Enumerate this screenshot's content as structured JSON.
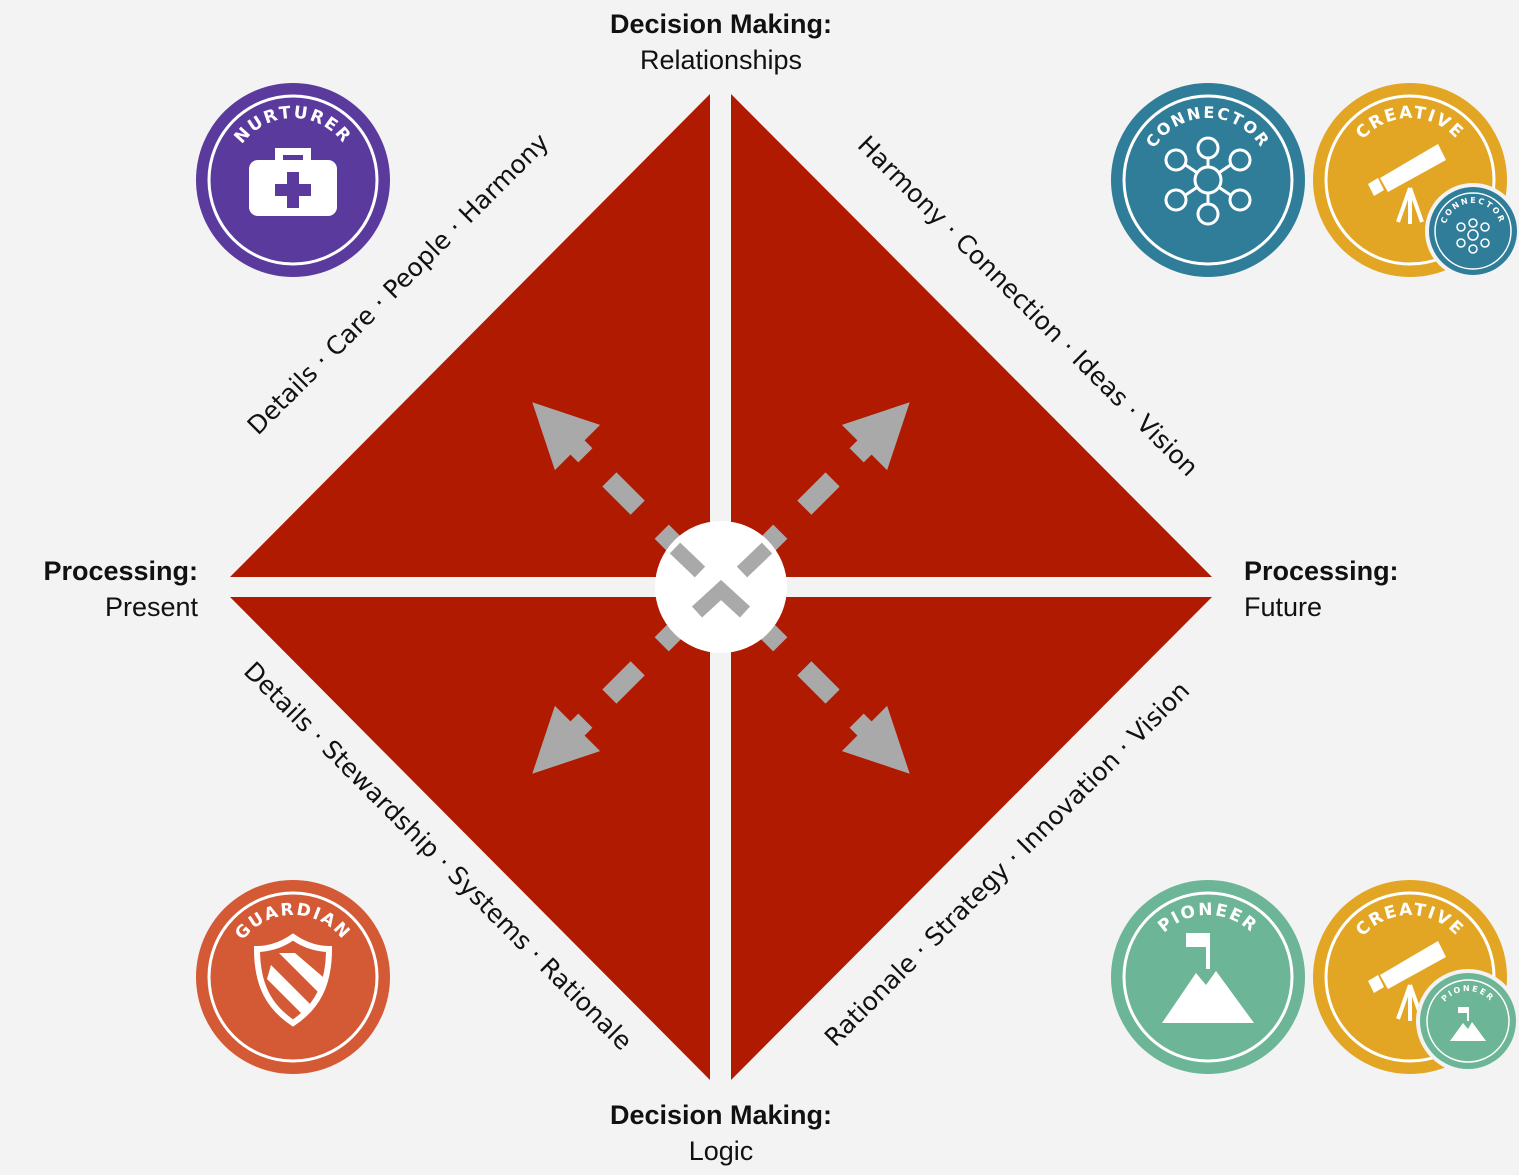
{
  "axes": {
    "top": {
      "title": "Decision Making:",
      "value": "Relationships"
    },
    "bottom": {
      "title": "Decision Making:",
      "value": "Logic"
    },
    "left": {
      "title": "Processing:",
      "value": "Present"
    },
    "right": {
      "title": "Processing:",
      "value": "Future"
    }
  },
  "edges": {
    "top_left": "Details · Care · People · Harmony",
    "top_right": "Harmony · Connection · Ideas · Vision",
    "bottom_left": "Details · Stewardship · Systems · Rationale",
    "bottom_right": "Rationale · Strategy · Innovation · Vision"
  },
  "badges": {
    "nurturer": {
      "label": "NURTURER",
      "color": "#5b3a9e",
      "icon": "first-aid-kit-icon"
    },
    "connector": {
      "label": "CONNECTOR",
      "color": "#2f7d99",
      "icon": "network-people-icon"
    },
    "creative_connector": {
      "label": "CREATIVE",
      "color": "#e3a624",
      "icon": "telescope-icon",
      "mini_label": "CONNECTOR"
    },
    "guardian": {
      "label": "GUARDIAN",
      "color": "#d45a36",
      "icon": "shield-icon"
    },
    "pioneer": {
      "label": "PIONEER",
      "color": "#6db597",
      "icon": "mountain-flag-icon"
    },
    "creative_pioneer": {
      "label": "CREATIVE",
      "color": "#e3a624",
      "icon": "telescope-icon",
      "mini_label": "PIONEER"
    }
  },
  "colors": {
    "quadrant": "#b01a00",
    "arrow": "#a9a9a9",
    "background": "#f3f3f3"
  }
}
